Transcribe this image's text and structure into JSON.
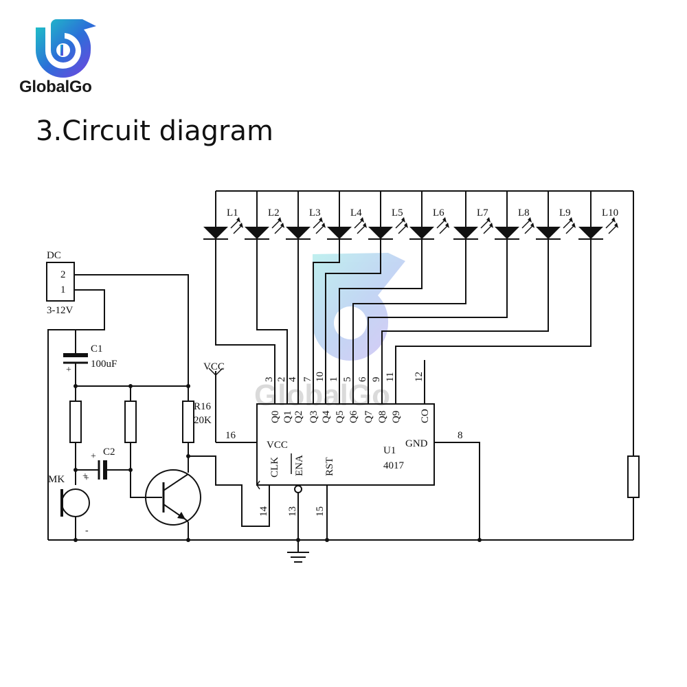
{
  "brand": {
    "name": "GlobalGo",
    "colors": {
      "teal": "#1ec9c5",
      "blue": "#2b6fd8",
      "purple": "#7b3fe0"
    }
  },
  "heading": "3.Circuit diagram",
  "watermark": "GlobalGo",
  "circuit": {
    "dc": {
      "label": "DC",
      "pin2": "2",
      "pin1": "1",
      "voltage": "3-12V"
    },
    "c1": {
      "name": "C1",
      "value": "100uF"
    },
    "c2": {
      "name": "C2"
    },
    "mic": {
      "name": "MK",
      "plus": "+",
      "minus": "-"
    },
    "r16": {
      "name": "R16",
      "value": "20K"
    },
    "vcc_label": "VCC",
    "ic": {
      "name": "U1",
      "part": "4017",
      "vcc_pin": "VCC",
      "clk_pin": "CLK",
      "ena_pin": "ENA",
      "rst_pin": "RST",
      "gnd_pin": "GND",
      "outputs": [
        "Q0",
        "Q1",
        "Q2",
        "Q3",
        "Q4",
        "Q5",
        "Q6",
        "Q7",
        "Q8",
        "Q9",
        "CO"
      ],
      "top_pins": [
        "3",
        "2",
        "4",
        "7",
        "10",
        "1",
        "5",
        "6",
        "9",
        "11",
        "12"
      ],
      "pin_vcc": "16",
      "pin_gnd": "8",
      "pin_clk": "14",
      "pin_ena": "13",
      "pin_rst": "15"
    },
    "leds": [
      "L1",
      "L2",
      "L3",
      "L4",
      "L5",
      "L6",
      "L7",
      "L8",
      "L9",
      "L10"
    ]
  }
}
